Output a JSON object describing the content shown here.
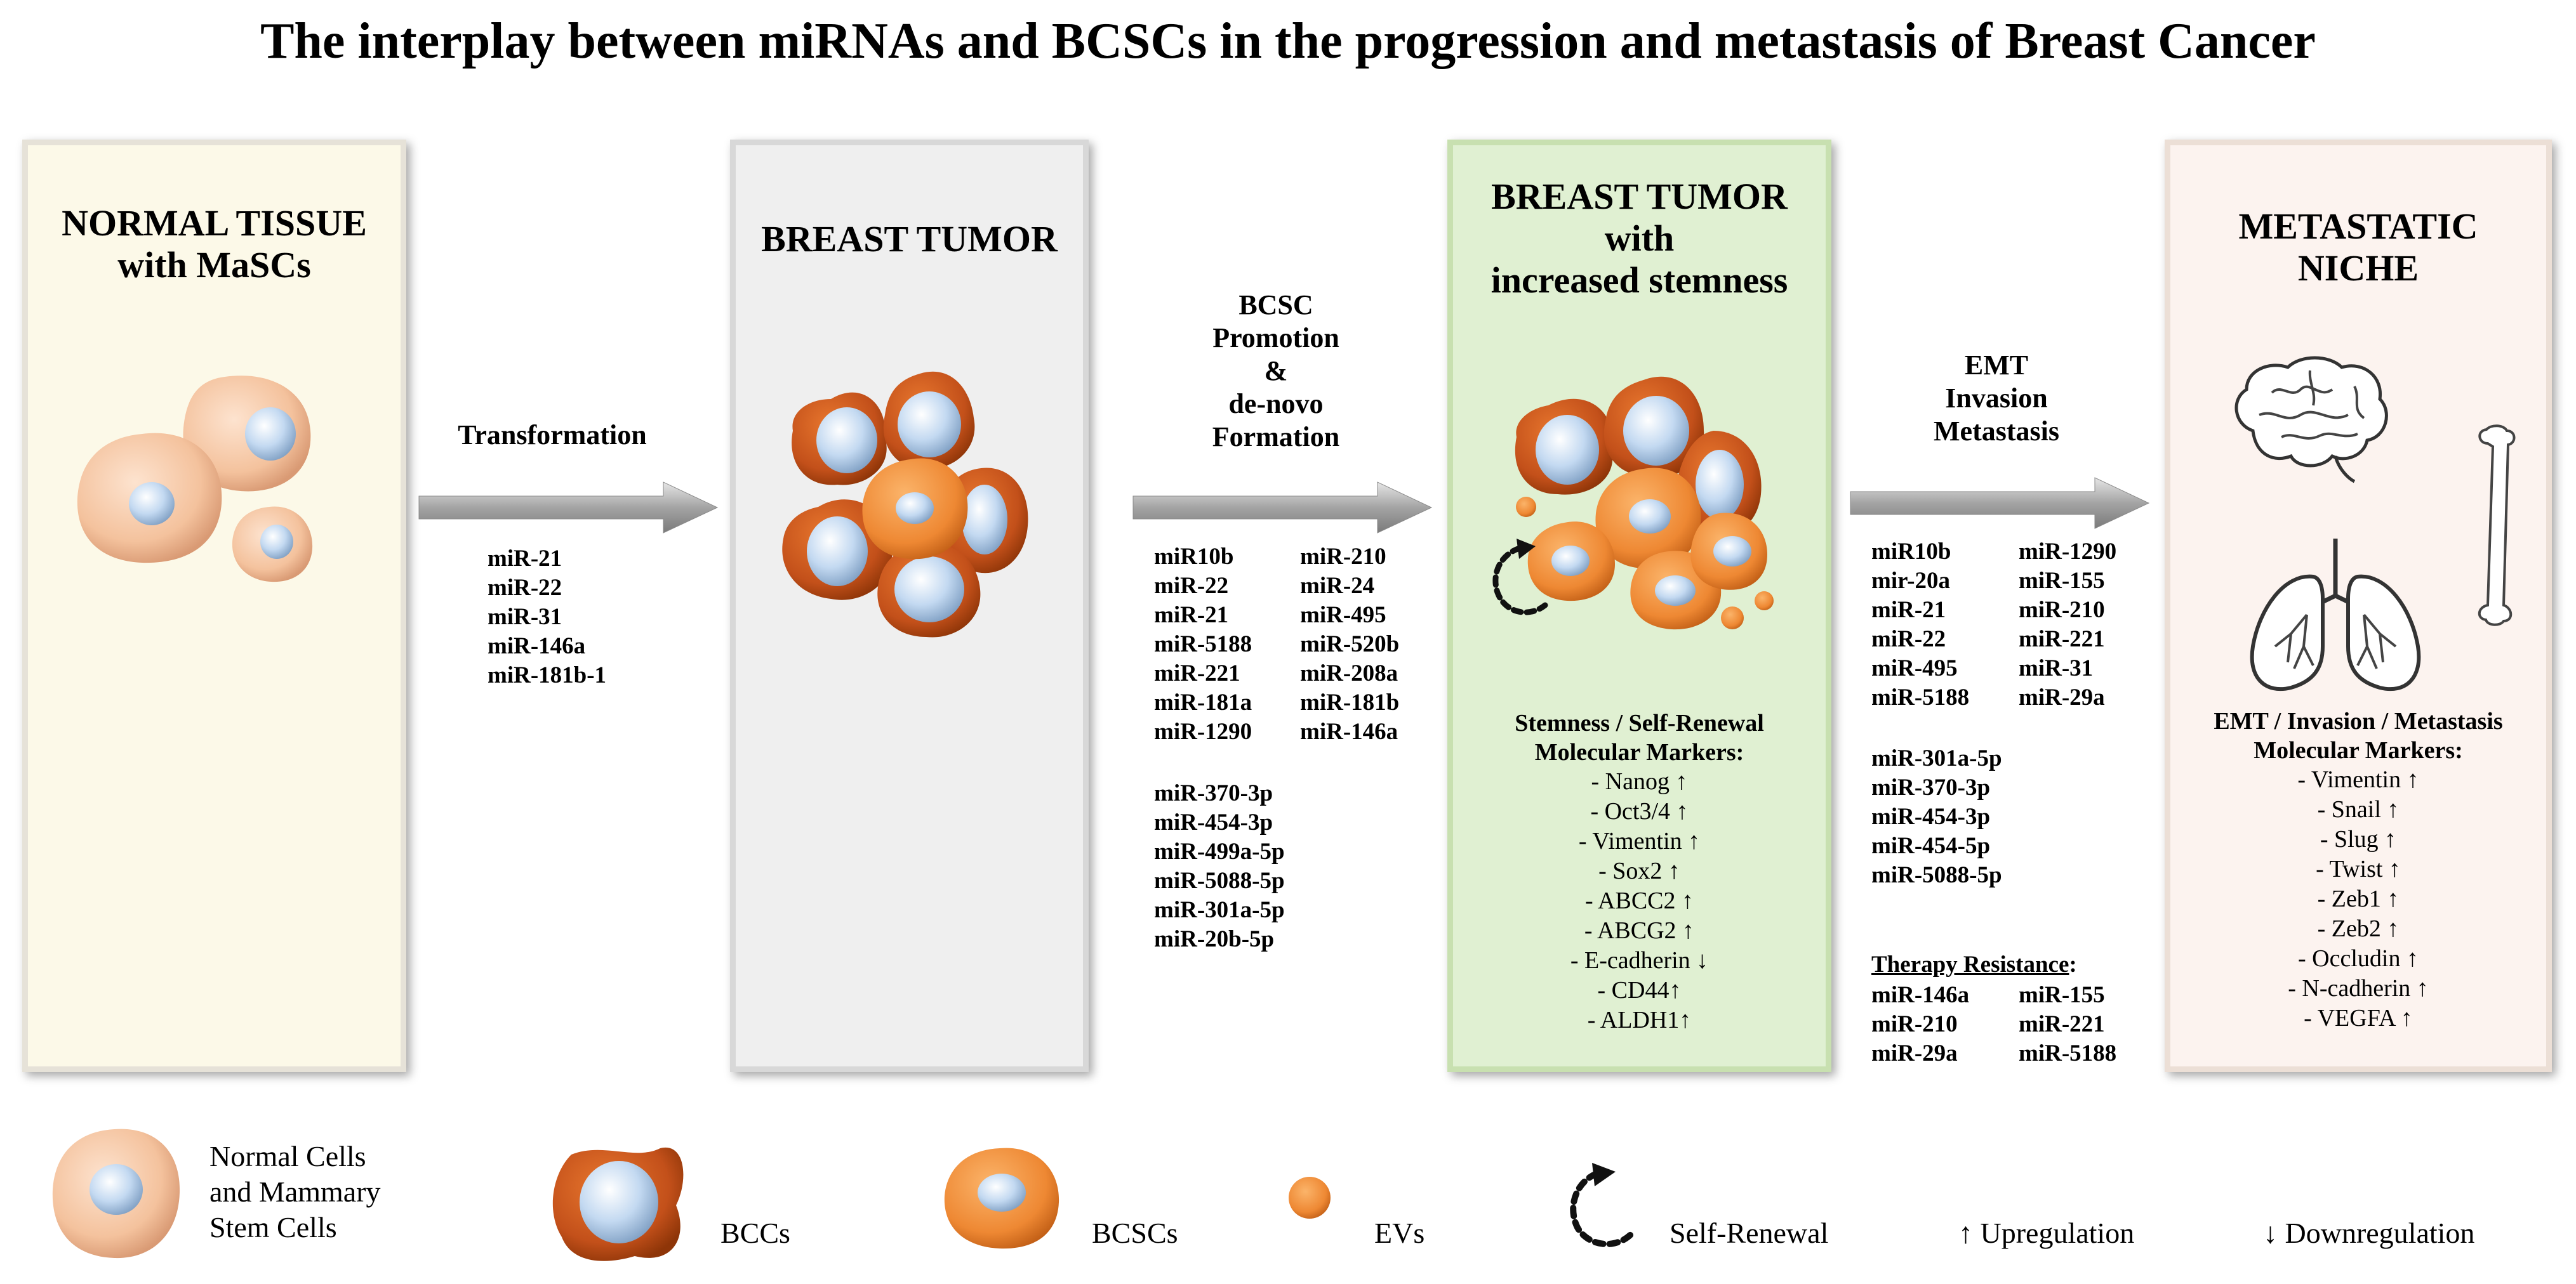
{
  "title": "The interplay between miRNAs and BCSCs in the progression and metastasis of Breast Cancer",
  "stages": {
    "normal": {
      "title_line1": "NORMAL TISSUE",
      "title_line2": "with MaSCs"
    },
    "tumor": {
      "title": "BREAST TUMOR"
    },
    "stem": {
      "title_line1": "BREAST TUMOR",
      "title_line2": "with",
      "title_line3": "increased stemness"
    },
    "metastatic": {
      "title_line1": "METASTATIC",
      "title_line2": "NICHE"
    }
  },
  "transitions": {
    "transformation": {
      "label": "Transformation",
      "mirnas": [
        "miR-21",
        "miR-22",
        "miR-31",
        "miR-146a",
        "miR-181b-1"
      ]
    },
    "promotion": {
      "label_lines": [
        "BCSC",
        "Promotion",
        "&",
        "de-novo",
        "Formation"
      ],
      "mirnas_col1": [
        "miR10b",
        "miR-22",
        "miR-21",
        "miR-5188",
        "miR-221",
        "miR-181a",
        "miR-1290"
      ],
      "mirnas_col2": [
        "miR-210",
        "miR-24",
        "miR-495",
        "miR-520b",
        "miR-208a",
        "miR-181b",
        "miR-146a"
      ],
      "mirnas_extra": [
        "miR-370-3p",
        "miR-454-3p",
        "miR-499a-5p",
        "miR-5088-5p",
        "miR-301a-5p",
        "miR-20b-5p"
      ]
    },
    "emt": {
      "label_lines": [
        "EMT",
        "Invasion",
        "Metastasis"
      ],
      "mirnas_col1": [
        "miR10b",
        "mir-20a",
        "miR-21",
        "miR-22",
        "miR-495",
        "miR-5188"
      ],
      "mirnas_col2": [
        "miR-1290",
        "miR-155",
        "miR-210",
        "miR-221",
        "miR-31",
        "miR-29a"
      ],
      "mirnas_extra": [
        "miR-301a-5p",
        "miR-370-3p",
        "miR-454-3p",
        "miR-454-5p",
        "miR-5088-5p"
      ],
      "therapy_label": "Therapy Resistance",
      "therapy_colon": ":",
      "therapy_col1": [
        "miR-146a",
        "miR-210",
        "miR-29a"
      ],
      "therapy_col2": [
        "miR-155",
        "miR-221",
        "miR-5188"
      ]
    }
  },
  "stemness_markers": {
    "title_line1": "Stemness / Self-Renewal",
    "title_line2": "Molecular Markers:",
    "items": [
      "- Nanog ↑",
      "- Oct3/4 ↑",
      "- Vimentin ↑",
      "- Sox2 ↑",
      "- ABCC2 ↑",
      "- ABCG2 ↑",
      "- E-cadherin ↓",
      "- CD44↑",
      "- ALDH1↑"
    ]
  },
  "emt_markers": {
    "title_line1": "EMT / Invasion / Metastasis",
    "title_line2": "Molecular Markers:",
    "items": [
      "- Vimentin ↑",
      "- Snail ↑",
      "- Slug ↑",
      "- Twist ↑",
      "- Zeb1 ↑",
      "- Zeb2 ↑",
      "- Occludin ↑",
      "- N-cadherin ↑",
      "- VEGFA ↑"
    ]
  },
  "legend": {
    "normal_cells_lines": [
      "Normal Cells",
      "and Mammary",
      "Stem Cells"
    ],
    "bccs": "BCCs",
    "bcscs": "BCSCs",
    "evs": "EVs",
    "self_renewal": "Self-Renewal",
    "up": "↑ Upregulation",
    "down": "↓ Downregulation"
  },
  "colors": {
    "normal_cell": "#f6c9a8",
    "nucleus": "#c5dbf2",
    "bcc": "#c4531a",
    "bcsc": "#f08c3a",
    "arrow": "#a8a8a8",
    "stem_box": "#e0f0d2",
    "normal_box": "#fcf9e8",
    "tumor_box": "#efefef",
    "meta_box": "#fcf3ef"
  },
  "icons": [
    "brain-icon",
    "bone-icon",
    "lungs-icon",
    "self-renewal-icon"
  ]
}
